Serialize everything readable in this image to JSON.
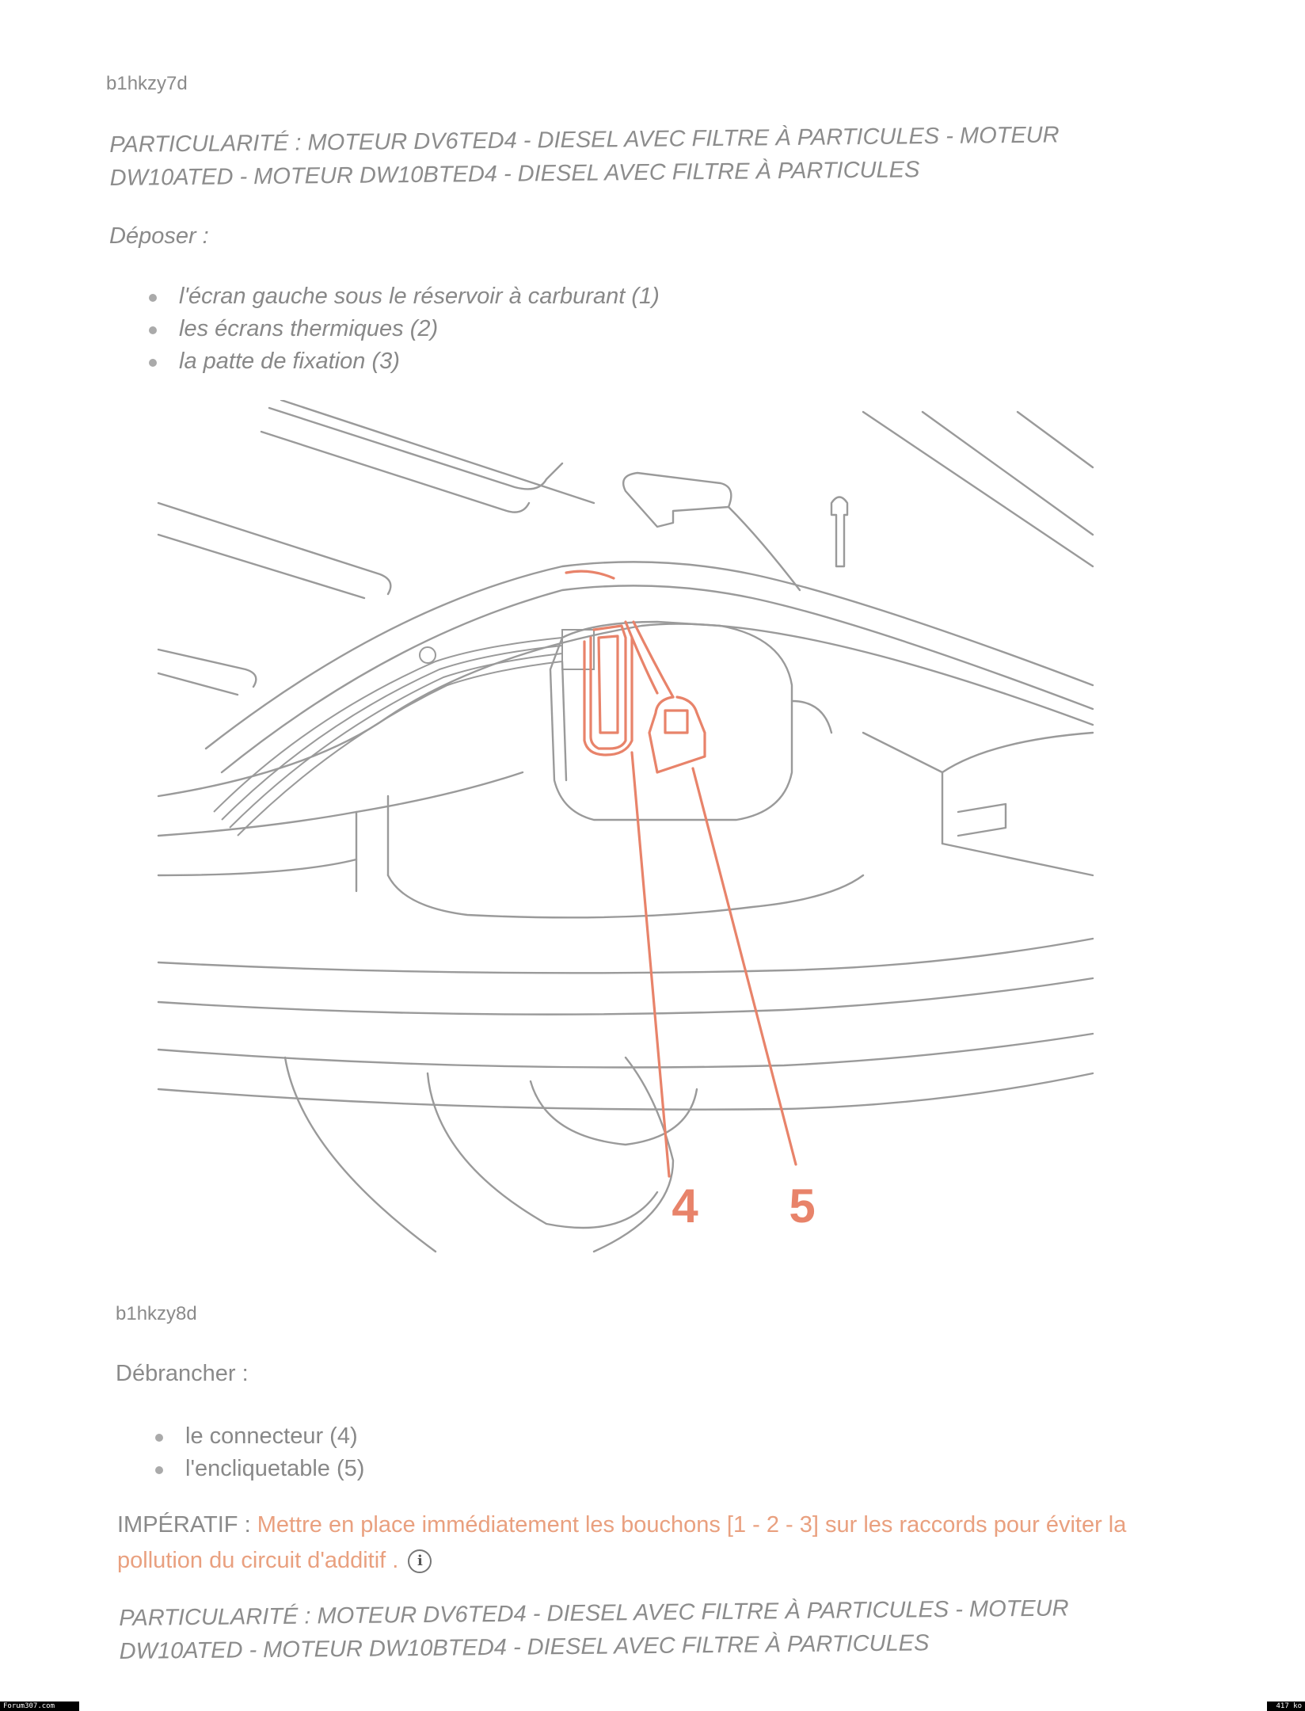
{
  "section1": {
    "ref": "b1hkzy7d",
    "particularite": "PARTICULARITÉ : MOTEUR DV6TED4 - DIESEL AVEC FILTRE À PARTICULES - MOTEUR DW10ATED - MOTEUR DW10BTED4 - DIESEL AVEC FILTRE À PARTICULES",
    "action": "Déposer :",
    "items": [
      "l'écran gauche sous le réservoir à carburant (1)",
      "les écrans thermiques (2)",
      "la patte de fixation (3)"
    ]
  },
  "figure": {
    "callouts": [
      "4",
      "5"
    ],
    "accent_color": "#e8836a"
  },
  "section2": {
    "ref": "b1hkzy8d",
    "action": "Débrancher :",
    "items": [
      "le connecteur (4)",
      "l'encliquetable (5)"
    ],
    "imperatif_label": "IMPÉRATIF : ",
    "imperatif_text": "Mettre en place immédiatement les bouchons [1 - 2 - 3] sur les raccords pour éviter la pollution du circuit d'additif .",
    "info_icon": "info-icon",
    "particularite": "PARTICULARITÉ : MOTEUR DV6TED4 - DIESEL AVEC FILTRE À PARTICULES - MOTEUR DW10ATED - MOTEUR DW10BTED4 - DIESEL AVEC FILTRE À PARTICULES"
  },
  "footer": {
    "left": "Forum307.com",
    "right": "417 ko"
  }
}
